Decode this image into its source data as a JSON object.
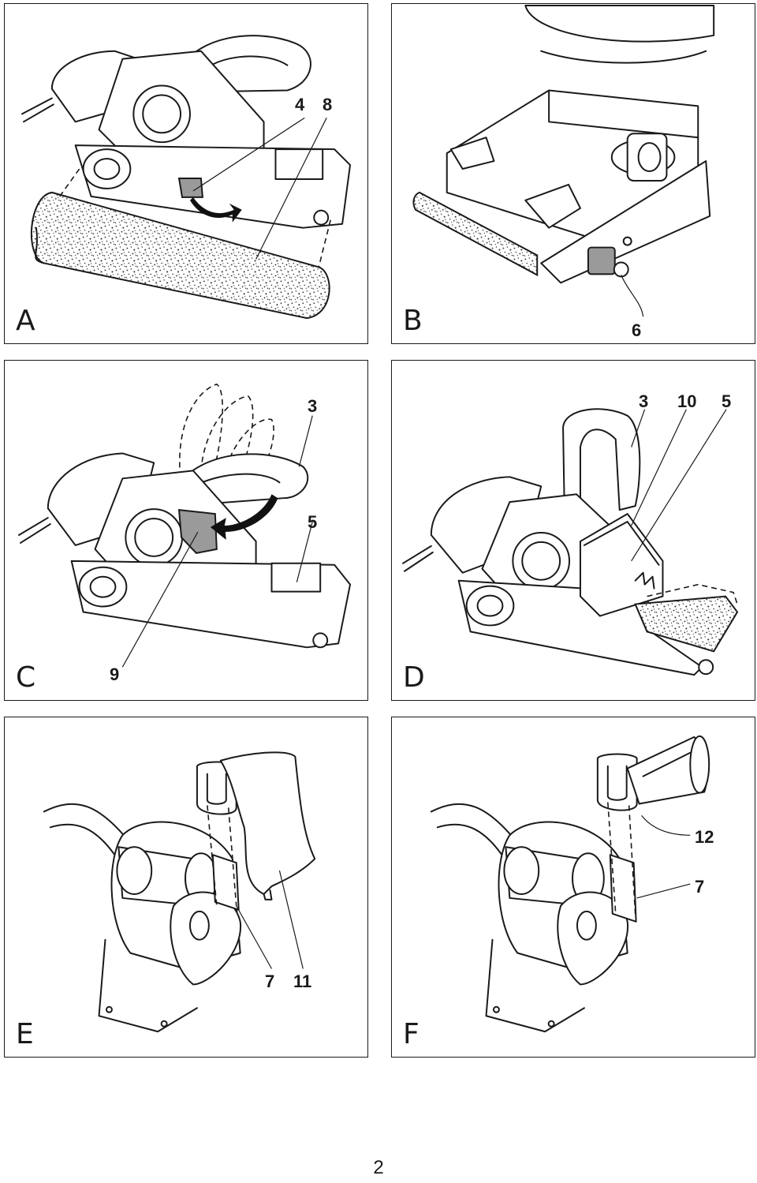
{
  "panels": [
    {
      "letter": "A",
      "callouts": [
        "4",
        "8"
      ]
    },
    {
      "letter": "B",
      "callouts": [
        "6"
      ]
    },
    {
      "letter": "C",
      "callouts": [
        "3",
        "5",
        "9"
      ]
    },
    {
      "letter": "D",
      "callouts": [
        "3",
        "10",
        "5"
      ]
    },
    {
      "letter": "E",
      "callouts": [
        "7",
        "11"
      ]
    },
    {
      "letter": "F",
      "callouts": [
        "12",
        "7"
      ]
    }
  ],
  "page_number": "2"
}
